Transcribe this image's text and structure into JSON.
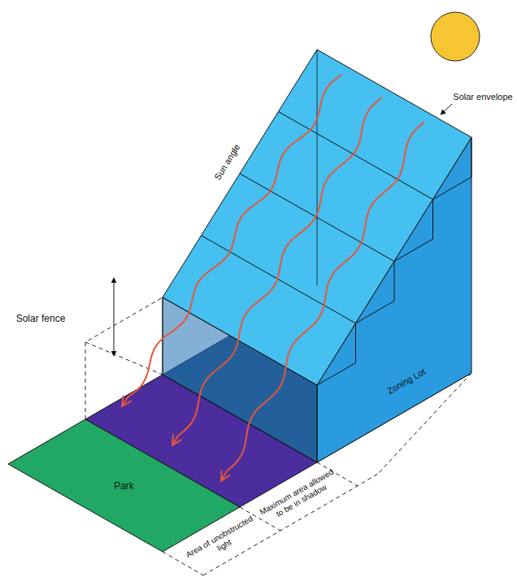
{
  "diagram": {
    "nodes": [
      {
        "text": [
          "Park"
        ]
      }
    ],
    "labels": [
      "Solar envelope",
      "Sun angle",
      "Solar fence",
      "Zoning Lot",
      "Maximum area allowed to be in shadow",
      "Area of unobstructed light"
    ]
  }
}
